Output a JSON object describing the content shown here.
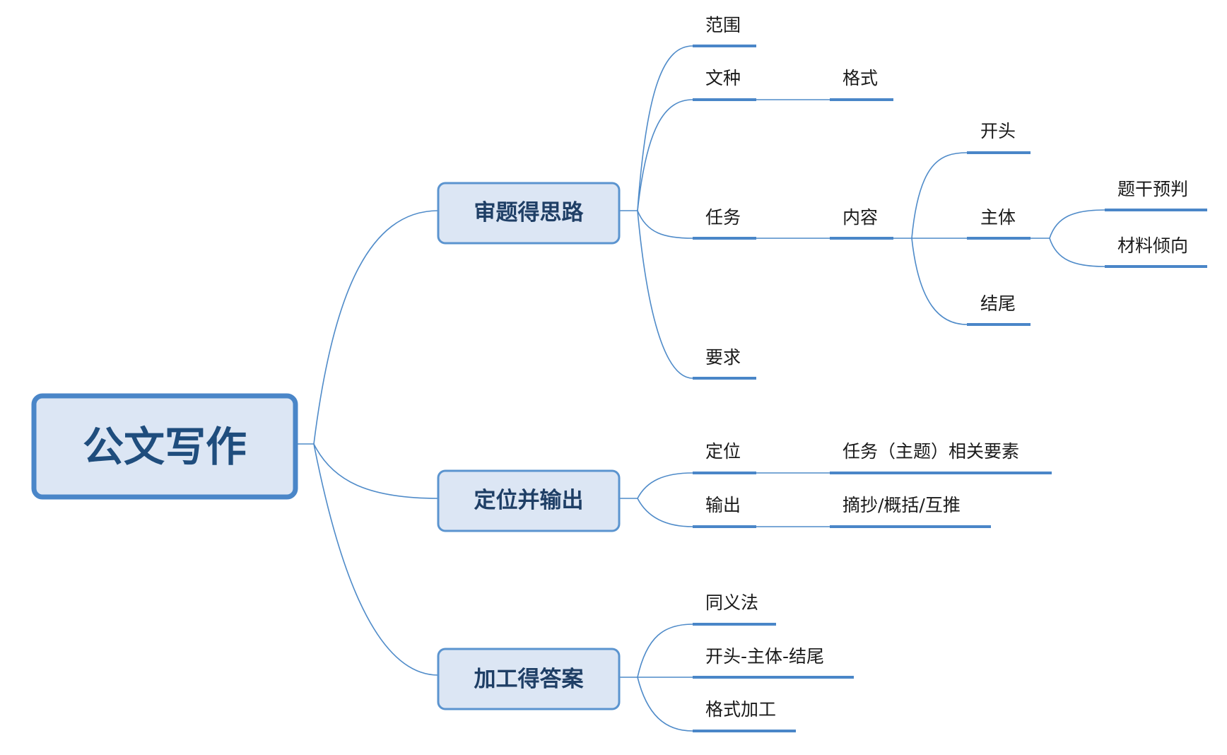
{
  "root": {
    "label": "公文写作"
  },
  "branches": {
    "b1": {
      "label": "审题得思路",
      "children": {
        "fanwei": "范围",
        "wenzhong": "文种",
        "geshi": "格式",
        "renwu": "任务",
        "neirong": "内容",
        "kaitou": "开头",
        "zhuti": "主体",
        "tigan": "题干预判",
        "cailiao": "材料倾向",
        "jiewei": "结尾",
        "yaoqiu": "要求"
      }
    },
    "b2": {
      "label": "定位并输出",
      "children": {
        "dingwei": "定位",
        "dingwei_detail": "任务（主题）相关要素",
        "shuchu": "输出",
        "shuchu_detail": "摘抄/概括/互推"
      }
    },
    "b3": {
      "label": "加工得答案",
      "children": {
        "tongyi": "同义法",
        "structure": "开头-主体-结尾",
        "geshijiagong": "格式加工"
      }
    }
  },
  "colors": {
    "accent": "#4a86c8",
    "box_fill": "#dce6f4",
    "root_text": "#1f4d7d",
    "branch_text": "#1f3f66"
  }
}
